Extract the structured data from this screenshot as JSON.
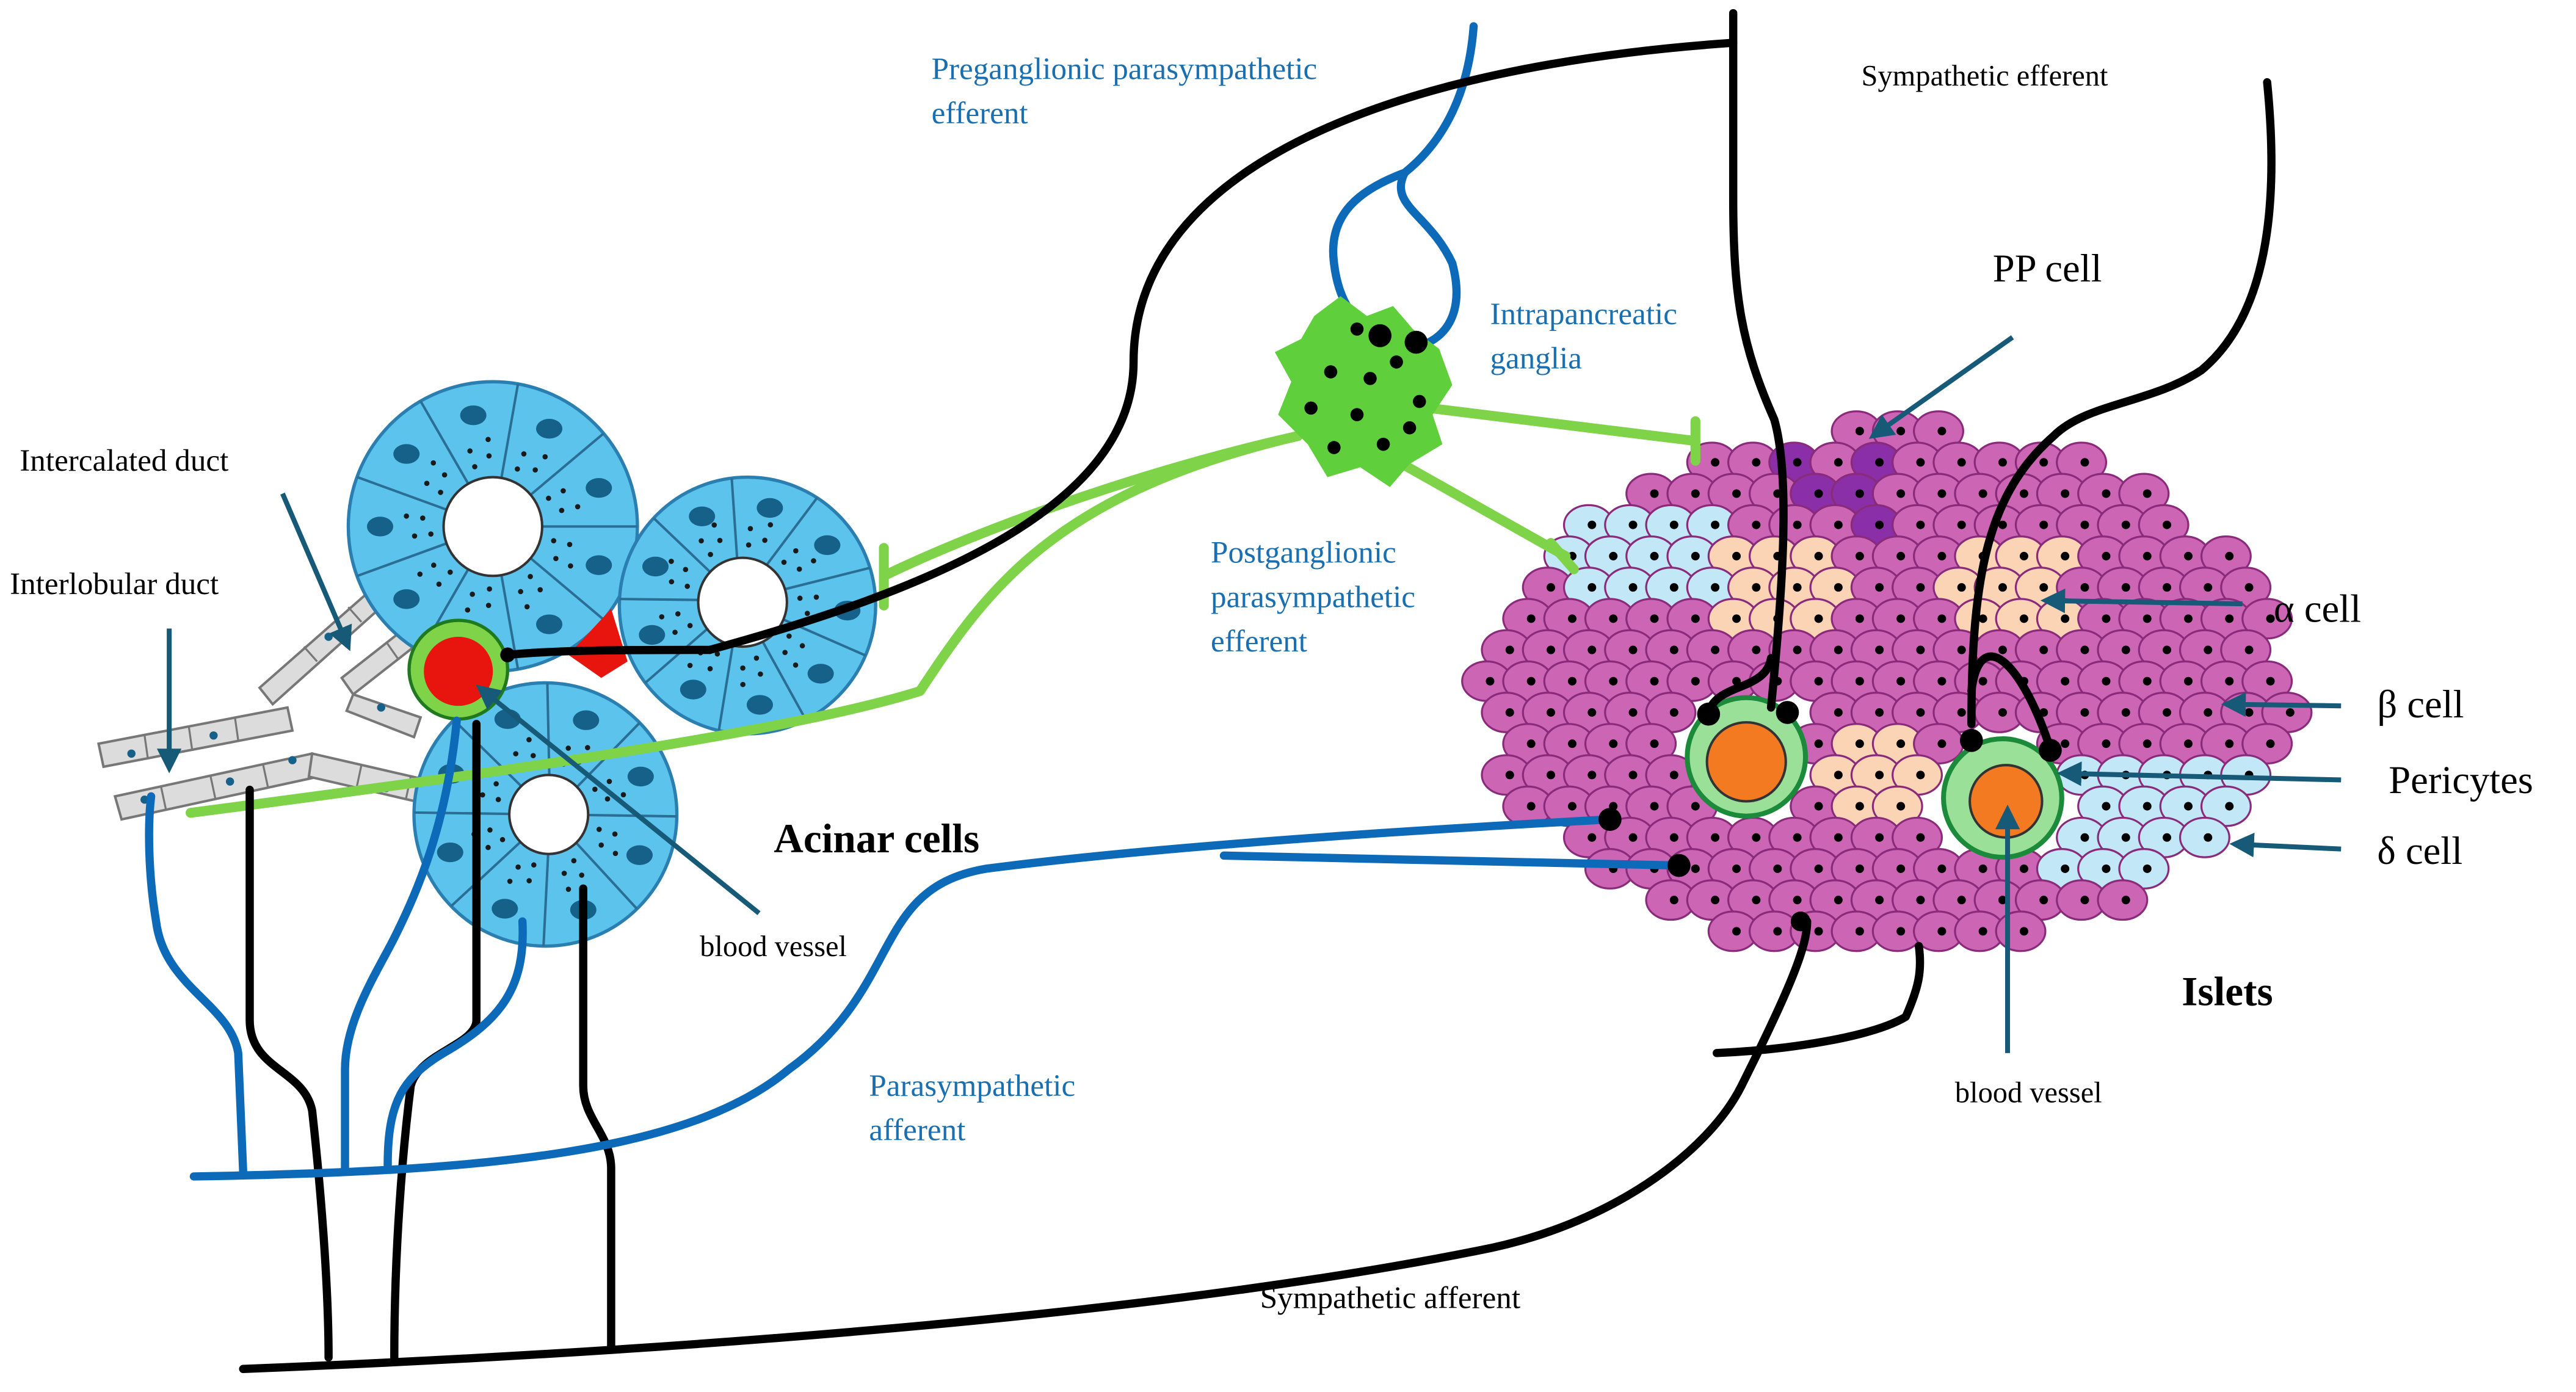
{
  "colors": {
    "parasympathetic": "#0d6ab8",
    "sympathetic": "#000000",
    "postganglionic": "#7ed348",
    "ganglia": "#5fcf3b",
    "acinar_cell": "#5cc3ec",
    "acinar_nucleus": "#15618a",
    "blood_vessel_exocrine": "#e8140e",
    "blood_vessel_islet": "#f47a22",
    "pericyte": "#9be098",
    "beta_cell": "#cc66b4",
    "alpha_cell": "#fbd3b5",
    "delta_cell": "#c2e8f7",
    "pp_cell": "#8a2fa8",
    "duct_cell": "#d9d9d9",
    "arrow": "#175a78",
    "label_blue": "#1a6fb0",
    "label_black": "#000000"
  },
  "labels": {
    "preganglionic": [
      "Preganglionic parasympathetic",
      "efferent"
    ],
    "sympathetic_efferent": "Sympathetic efferent",
    "pp_cell": "PP cell",
    "intrapancreatic_ganglia": [
      "Intrapancreatic",
      "ganglia"
    ],
    "intercalated_duct": "Intercalated duct",
    "interlobular_duct": "Interlobular duct",
    "postganglionic": [
      "Postganglionic",
      "parasympathetic",
      "efferent"
    ],
    "alpha_cell": "α cell",
    "beta_cell": "β cell",
    "pericytes": "Pericytes",
    "delta_cell": "δ cell",
    "acinar_cells": "Acinar cells",
    "blood_vessel_left": "blood vessel",
    "islets": "Islets",
    "parasympathetic_afferent": [
      "Parasympathetic",
      "afferent"
    ],
    "blood_vessel_right": "blood vessel",
    "sympathetic_afferent": "Sympathetic afferent"
  }
}
